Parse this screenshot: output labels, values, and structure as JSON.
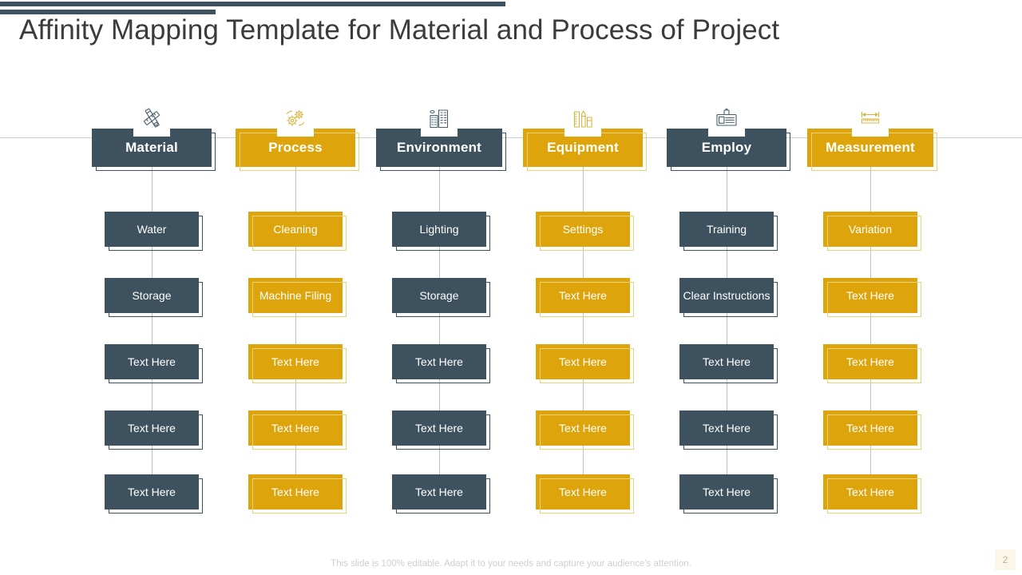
{
  "title": "Affinity Mapping Template for Material and Process of Project",
  "footer": {
    "note": "This slide is 100% editable. Adapt it to your needs and capture your audience's attention.",
    "page_number": "2"
  },
  "colors": {
    "dark": "#3d525e",
    "gold": "#dda50b",
    "title_text": "#3b3b3b",
    "connector": "#bfbfbf",
    "footer_text": "#cfcfcf",
    "badge_bg": "#fbf7e8"
  },
  "chart_data": {
    "type": "table",
    "title": "Affinity Mapping Template for Material and Process of Project",
    "layout": "6 columns x 5 rows affinity map with header cards",
    "columns": [
      {
        "header": "Material",
        "theme": "dark",
        "icon": "pencil-ruler-icon",
        "items": [
          "Water",
          "Storage",
          "Text Here",
          "Text Here",
          "Text Here"
        ]
      },
      {
        "header": "Process",
        "theme": "gold",
        "icon": "gears-icon",
        "items": [
          "Cleaning",
          "Machine Filing",
          "Text Here",
          "Text Here",
          "Text Here"
        ]
      },
      {
        "header": "Environment",
        "theme": "dark",
        "icon": "buildings-icon",
        "items": [
          "Lighting",
          "Storage",
          "Text Here",
          "Text Here",
          "Text Here"
        ]
      },
      {
        "header": "Equipment",
        "theme": "gold",
        "icon": "measuring-tools-icon",
        "items": [
          "Settings",
          "Text Here",
          "Text Here",
          "Text Here",
          "Text Here"
        ]
      },
      {
        "header": "Employ",
        "theme": "dark",
        "icon": "id-badge-icon",
        "items": [
          "Training",
          "Clear Instructions",
          "Text Here",
          "Text Here",
          "Text Here"
        ]
      },
      {
        "header": "Measurement",
        "theme": "gold",
        "icon": "dimension-ruler-icon",
        "items": [
          "Variation",
          "Text Here",
          "Text Here",
          "Text Here",
          "Text Here"
        ]
      }
    ]
  }
}
